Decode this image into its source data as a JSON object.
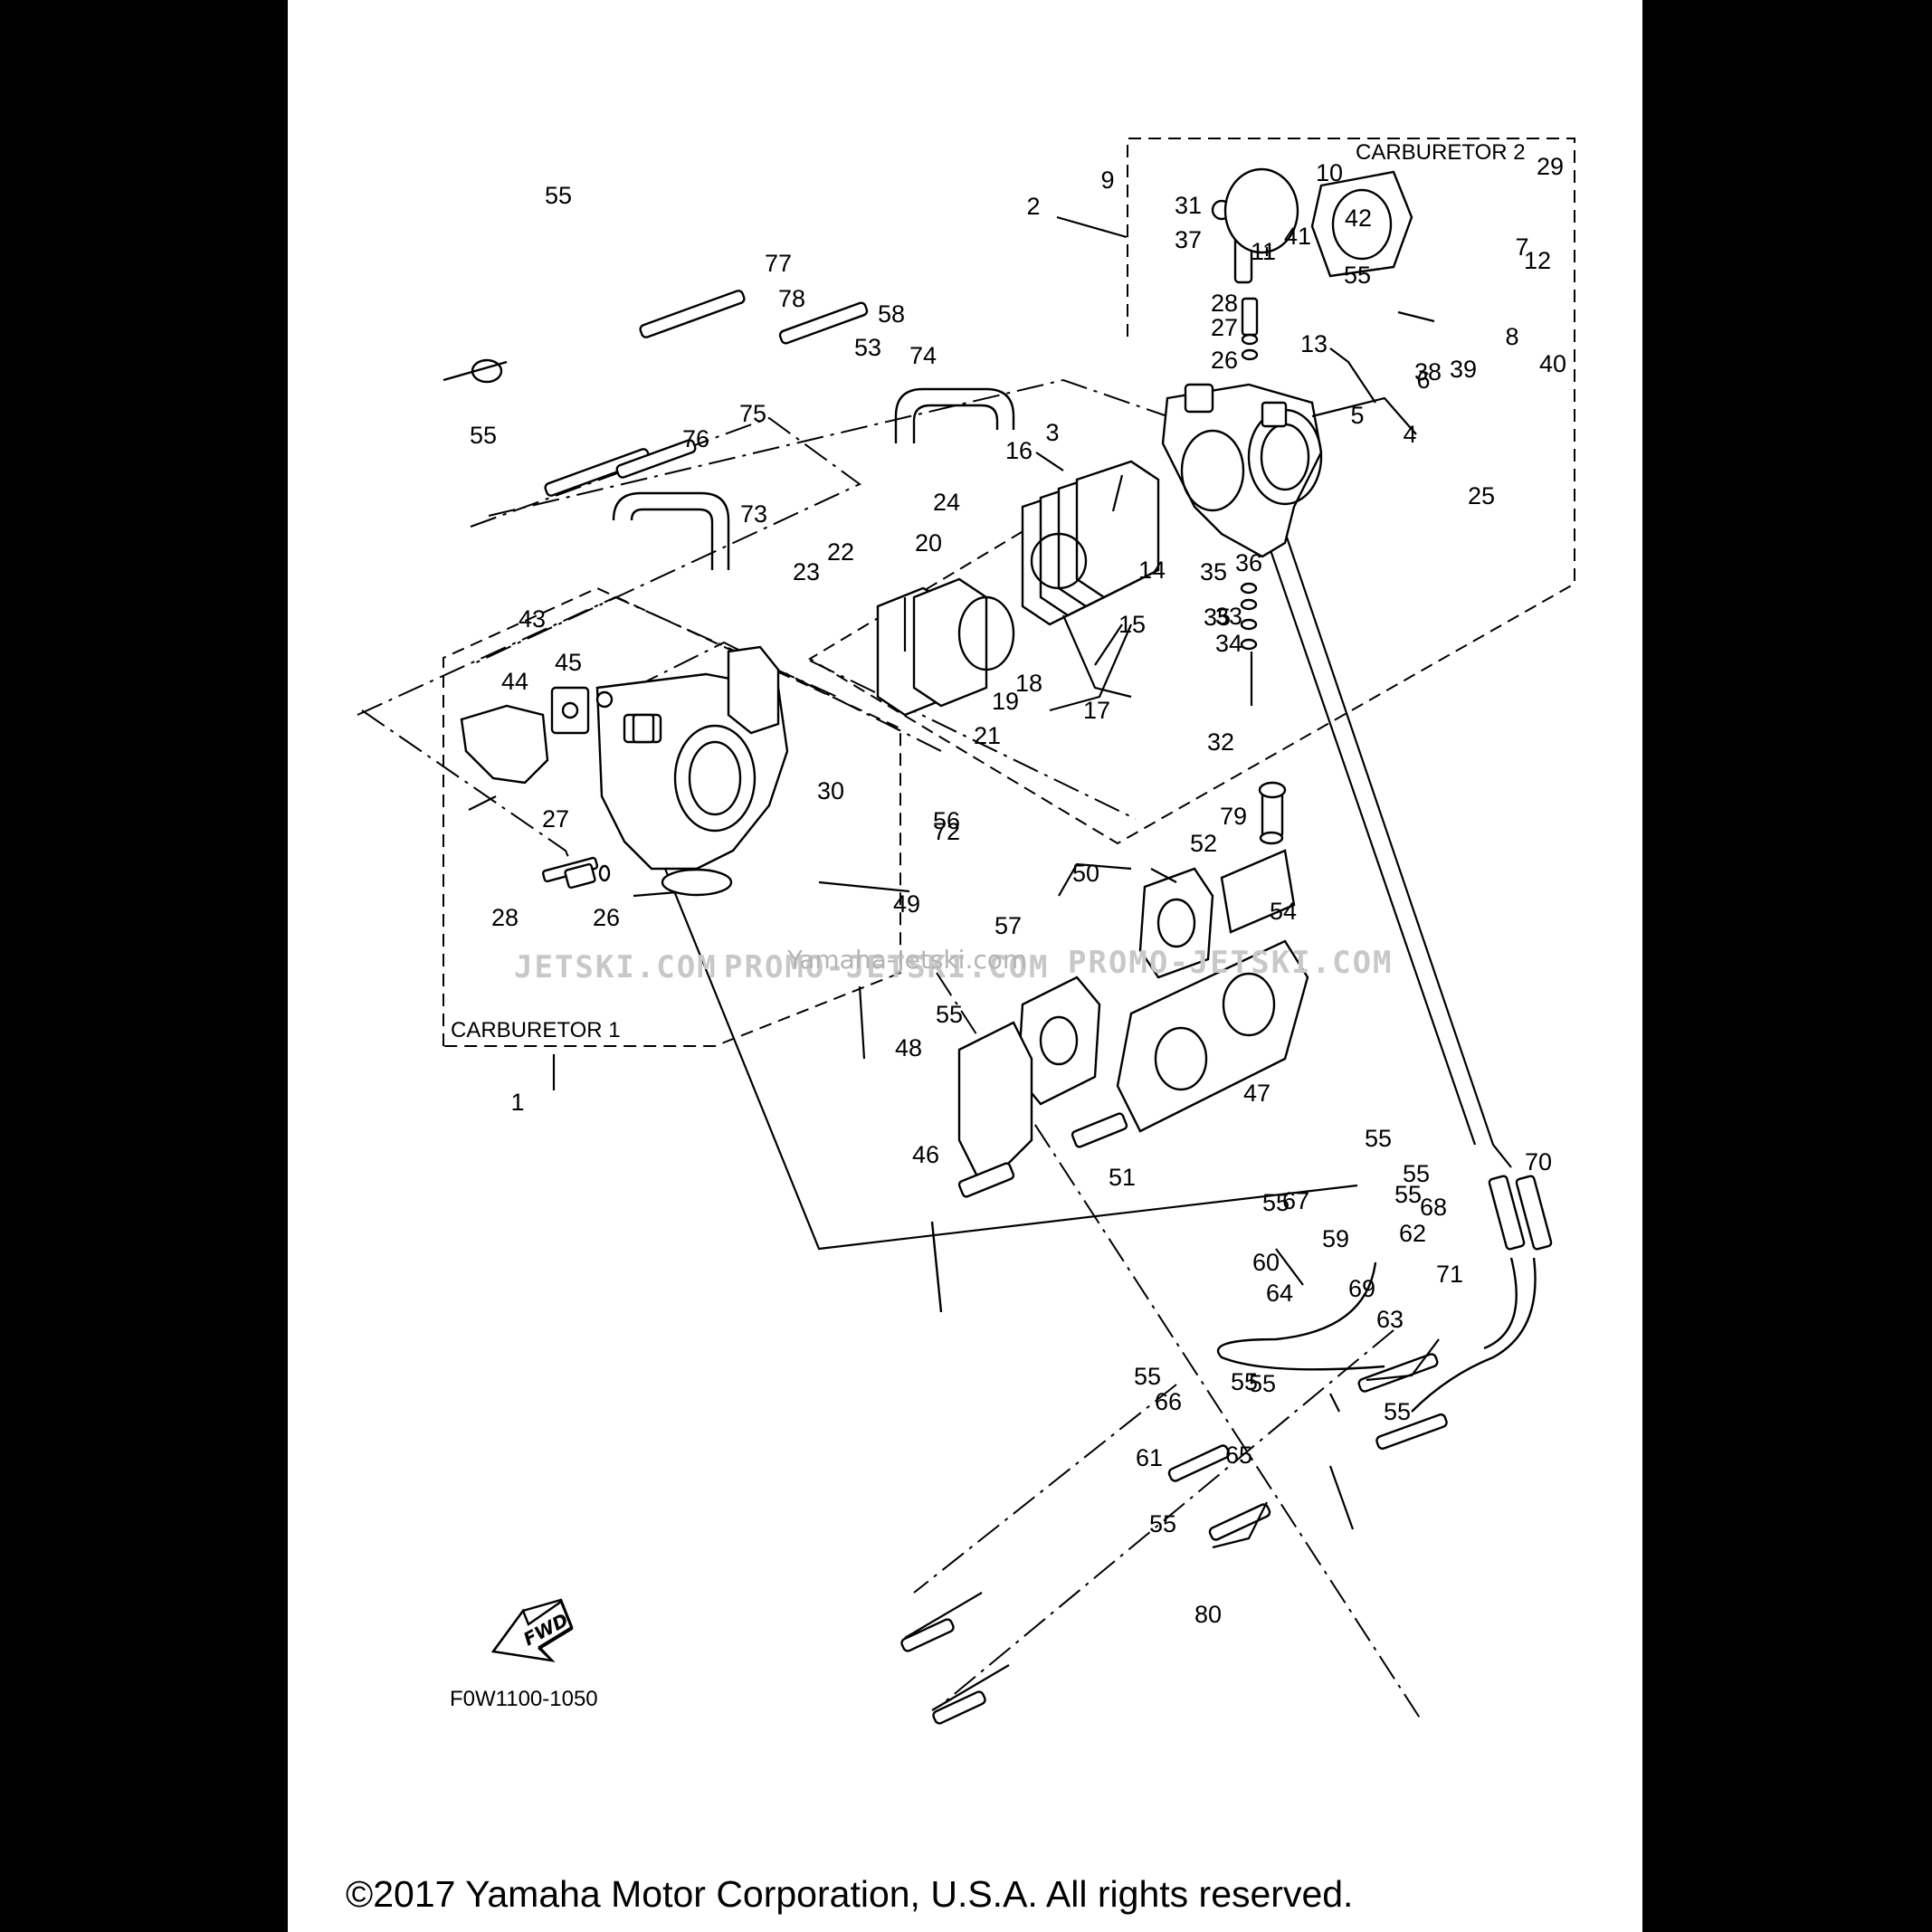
{
  "diagram": {
    "frames": {
      "carburetor_1": "CARBURETOR 1",
      "carburetor_2": "CARBURETOR 2"
    },
    "callouts": [
      "1",
      "2",
      "3",
      "4",
      "5",
      "6",
      "7",
      "8",
      "9",
      "10",
      "11",
      "12",
      "13",
      "14",
      "15",
      "16",
      "17",
      "18",
      "19",
      "20",
      "21",
      "22",
      "23",
      "24",
      "25",
      "26",
      "26",
      "27",
      "27",
      "28",
      "28",
      "29",
      "30",
      "31",
      "32",
      "33",
      "34",
      "35",
      "35",
      "36",
      "37",
      "38",
      "39",
      "40",
      "41",
      "42",
      "43",
      "44",
      "45",
      "46",
      "47",
      "48",
      "49",
      "50",
      "51",
      "52",
      "53",
      "54",
      "55",
      "55",
      "55",
      "55",
      "55",
      "55",
      "55",
      "55",
      "55",
      "55",
      "55",
      "55",
      "55",
      "56",
      "57",
      "58",
      "59",
      "60",
      "61",
      "62",
      "63",
      "64",
      "65",
      "66",
      "67",
      "68",
      "69",
      "70",
      "71",
      "72",
      "73",
      "74",
      "75",
      "76",
      "77",
      "78",
      "79",
      "80"
    ],
    "direction_badge": "FWD",
    "drawing_code": "F0W1100-1050",
    "watermarks": [
      "JETSKI.COM",
      "PROMO-JETSKI.COM",
      "Yamaha-Jetski.com",
      "PROMO-JETSKI.COM"
    ]
  },
  "footer": {
    "copyright": "©2017 Yamaha Motor Corporation, U.S.A. All rights reserved."
  }
}
